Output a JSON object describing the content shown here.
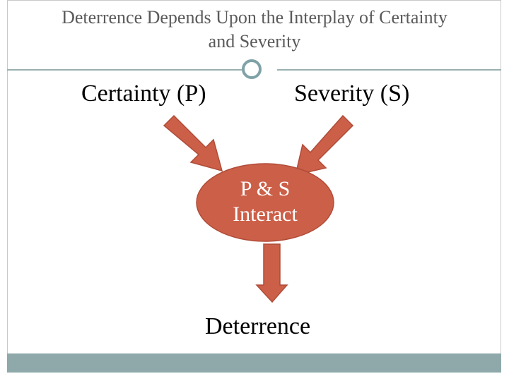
{
  "slide": {
    "title": "Deterrence Depends Upon the Interplay of Certainty and Severity",
    "title_lines": [
      "Deterrence Depends Upon the Interplay of Certainty",
      "and Severity"
    ]
  },
  "diagram": {
    "certainty_label": "Certainty (P)",
    "severity_label": "Severity (S)",
    "interaction_lines": [
      "P & S",
      "Interact"
    ],
    "outcome_label": "Deterrence"
  },
  "colors": {
    "arrow": "#cc5f48",
    "arrow_stroke": "#b04c38",
    "oval": "#cc5f48",
    "accent": "#8fa9ab",
    "title_text": "#5a5a5a"
  },
  "icons": {
    "ornament": "circle-ornament-icon"
  }
}
